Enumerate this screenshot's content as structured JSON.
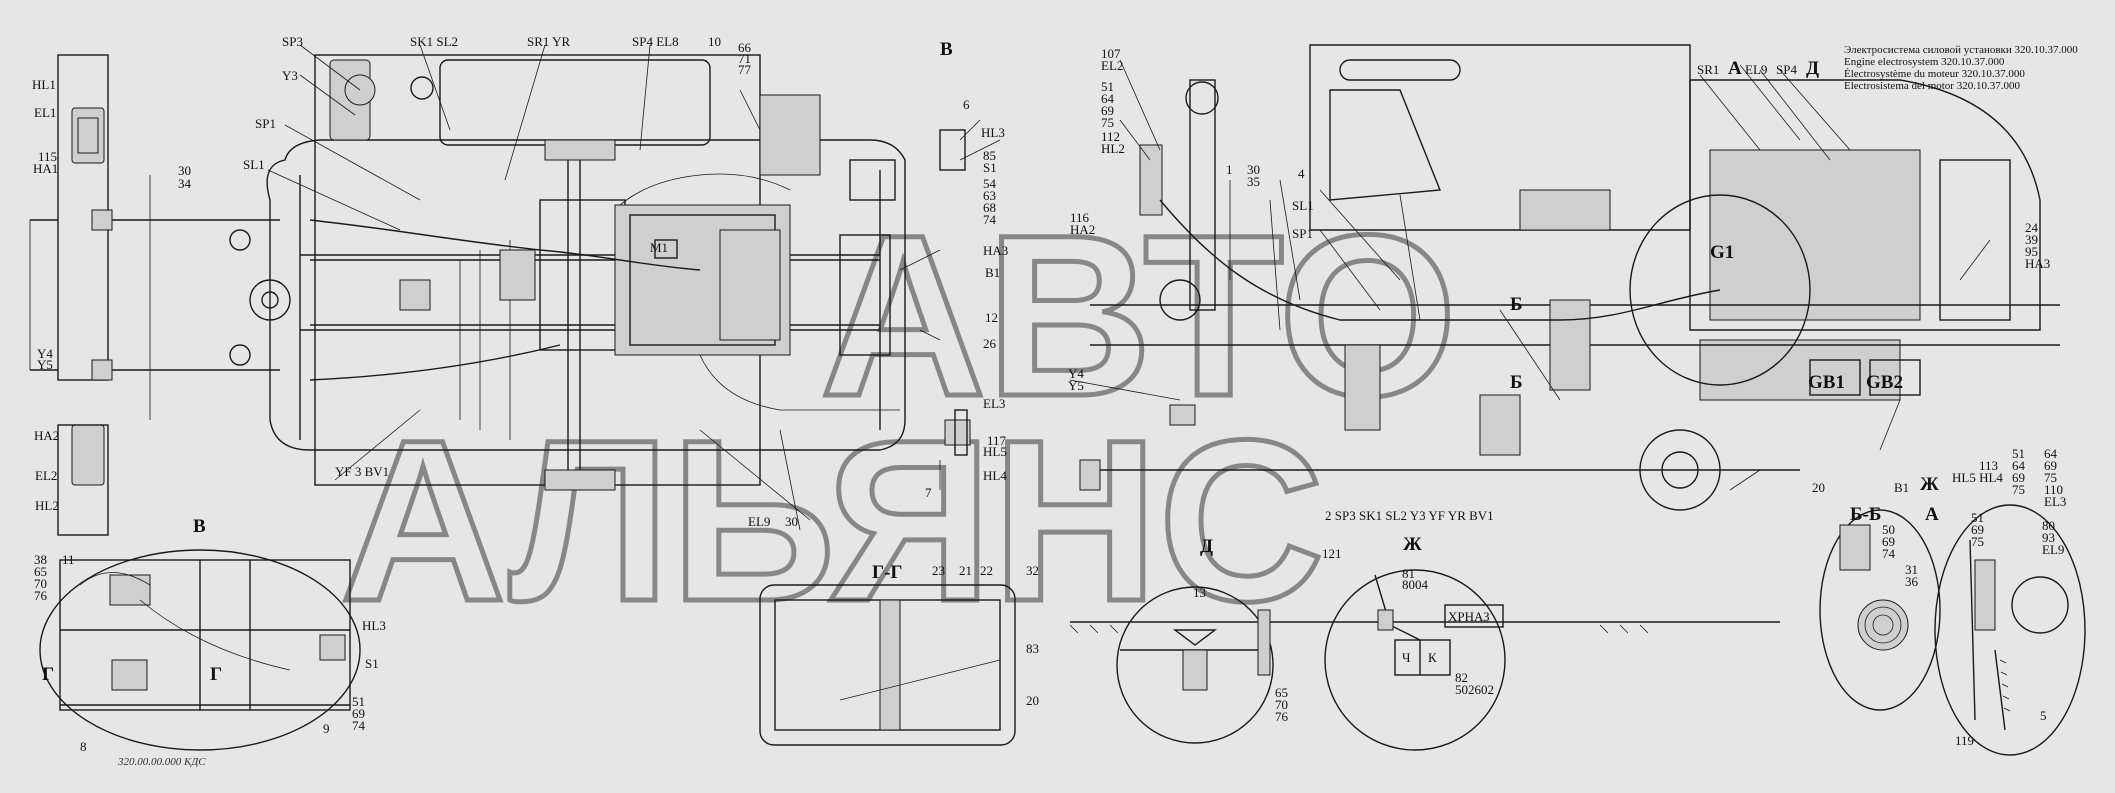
{
  "title_block": {
    "line1": "Электросистема силовой установки 320.10.37.000",
    "line2": "Engine electrosystem 320.10.37.000",
    "line3": "Électrosystème du moteur 320.10.37.000",
    "line4": "Electrosistema del motor 320.10.37.000"
  },
  "drawing_code": "320.00.00.000 КДС",
  "watermark": {
    "line1": "АВТО",
    "line2": "АЛЬЯНС"
  },
  "views": {
    "B": "В",
    "GG": "Г-Г",
    "D": "Д",
    "ZH": "Ж",
    "BB": "Б-Б",
    "A": "А",
    "A_top": "А",
    "D_top": "Д",
    "B_top": "Б",
    "B_mid": "Б",
    "G_left": "Г",
    "G_right": "Г",
    "ZH_mark": "Ж"
  },
  "plan_labels": {
    "HL1": "HL1",
    "EL1": "EL1",
    "n115": "115",
    "HA1": "HA1",
    "n30": "30",
    "n34": "34",
    "Y4": "Y4",
    "Y5": "Y5",
    "HA2": "HA2",
    "EL2": "EL2",
    "HL2": "HL2",
    "SP3": "SP3",
    "Y3": "Y3",
    "SP1": "SP1",
    "SL1": "SL1",
    "SK1SL2": "SK1 SL2",
    "SR1YR": "SR1  YR",
    "SP4EL8": "SP4 EL8",
    "n10": "10",
    "n66": "66",
    "n71": "71",
    "n77": "77",
    "n6": "6",
    "HL3": "HL3",
    "n85": "85",
    "S1": "S1",
    "n54": "54",
    "n63": "63",
    "n68": "68",
    "n74": "74",
    "HA3": "HA3",
    "B1": "B1",
    "M1": "M1",
    "n12": "12",
    "n26": "26",
    "EL3": "EL3",
    "n117": "117",
    "HL5": "HL5",
    "HL4": "HL4",
    "n7": "7",
    "YF3BV1": "YF   3  BV1",
    "n30b": "30",
    "EL9": "EL9"
  },
  "side_labels": {
    "n107": "107",
    "EL2": "EL2",
    "n51": "51",
    "n64": "64",
    "n69": "69",
    "n75": "75",
    "n112": "112",
    "HL2": "HL2",
    "n116": "116",
    "HA2": "HA2",
    "n1": "1",
    "n30": "30",
    "n35": "35",
    "n4": "4",
    "SL1": "SL1",
    "SP1": "SP1",
    "Y4": "Y4",
    "Y5": "Y5",
    "SR1": "SR1",
    "EL9": "EL9",
    "SP4": "SP4",
    "G1": "G1",
    "n24": "24",
    "n39": "39",
    "n95": "95",
    "HA3": "HA3",
    "GB1": "GB1",
    "GB2": "GB2",
    "n20": "20",
    "B1": "B1",
    "n113": "113",
    "HL5HL4": "HL5 HL4",
    "n51b": "51",
    "n64b": "64",
    "n69b": "69",
    "n75b": "75",
    "n110": "110",
    "EL3": "EL3",
    "bottom_row": "2 SP3  SK1 SL2  Y3  YF YR BV1"
  },
  "detail_labels": {
    "v_38": "38",
    "v_65": "65",
    "v_70": "70",
    "v_76": "76",
    "v_11": "11",
    "v_HL3": "HL3",
    "v_S1": "S1",
    "v_51": "51",
    "v_69": "69",
    "v_74": "74",
    "v_8": "8",
    "v_9": "9",
    "g_23": "23",
    "g_21": "21",
    "g_22": "22",
    "g_32": "32",
    "g_83": "83",
    "g_20": "20",
    "d_13": "13",
    "d_121": "121",
    "d_65": "65",
    "d_70": "70",
    "d_76": "76",
    "zh_81": "81",
    "zh_8004": "8004",
    "zh_82": "82",
    "zh_502602": "502602",
    "zh_HRNAZ": "ХРНАЗ",
    "zh_ch": "Ч",
    "zh_k": "К",
    "bb_50": "50",
    "bb_69": "69",
    "bb_74": "74",
    "bb_31": "31",
    "bb_36": "36",
    "a_51": "51",
    "a_69": "69",
    "a_75": "75",
    "a_80": "80",
    "a_93": "93",
    "a_EL9": "EL9",
    "a_5": "5",
    "a_119": "119"
  }
}
